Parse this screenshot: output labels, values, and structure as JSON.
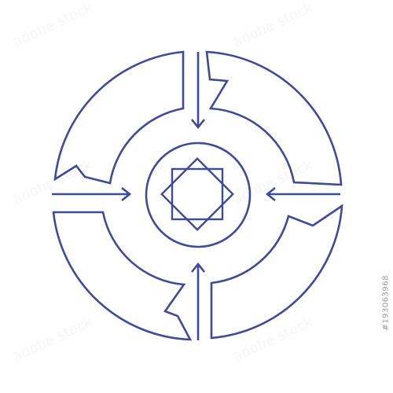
{
  "diagram": {
    "type": "circular-cycle-diagram",
    "segments": 4,
    "arrows": [
      "top",
      "right",
      "bottom",
      "left"
    ],
    "center_symbol": "eight-pointed-star-icon",
    "stroke_color": "#3c4b9b",
    "background_color": "#ffffff"
  },
  "watermark": {
    "id_text": "#193063968"
  }
}
